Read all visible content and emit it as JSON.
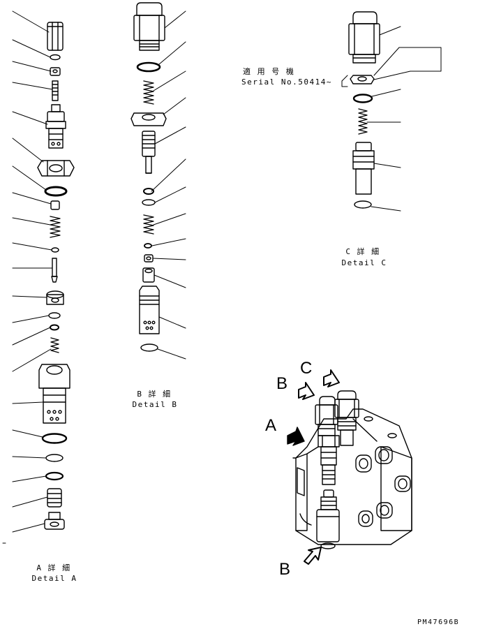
{
  "detail_a": {
    "title": "A 詳 細",
    "subtitle": "Detail A"
  },
  "detail_b": {
    "title": "B 詳 細",
    "subtitle": "Detail B"
  },
  "detail_c": {
    "title": "C 詳 細",
    "subtitle": "Detail C"
  },
  "serial_note": {
    "line1": "適 用 号 機",
    "line2": "Serial No.50414~"
  },
  "view_labels": {
    "a": "A",
    "b_top": "B",
    "c": "C",
    "b_bottom": "B"
  },
  "drawing_number": "PM47696B"
}
